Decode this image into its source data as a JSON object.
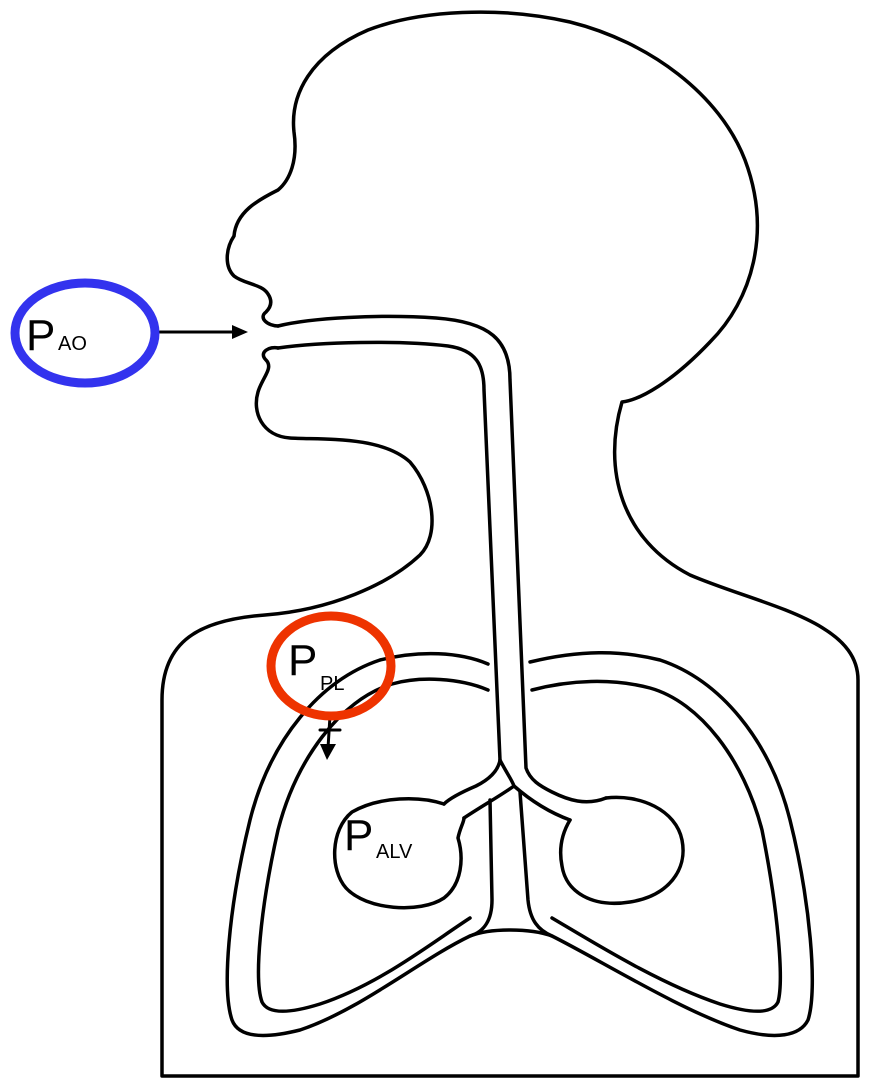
{
  "labels": {
    "airway_opening": {
      "main": "P",
      "sub": "AO",
      "ring_color": "#3333ee"
    },
    "pleural": {
      "main": "P",
      "sub": "PL",
      "ring_color": "#ee3300"
    },
    "alveolar": {
      "main": "P",
      "sub": "ALV"
    }
  },
  "colors": {
    "ink": "#000000",
    "background": "#ffffff"
  }
}
